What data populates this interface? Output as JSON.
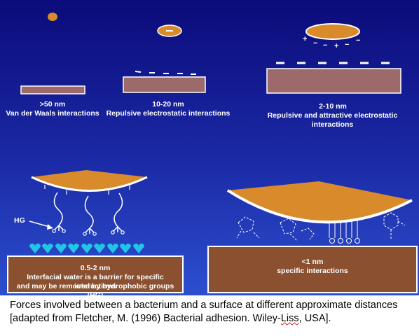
{
  "panels": [
    {
      "distance": ">50 nm",
      "description": "Van der Waals interactions"
    },
    {
      "distance": "10-20 nm",
      "description": "Repulsive electrostatic interactions"
    },
    {
      "distance": "2-10 nm",
      "description": "Repulsive and attractive electrostatic interactions"
    },
    {
      "distance": "0.5-2 nm",
      "description_line1": "Interfacial water is a barrier for specific interactions",
      "description_line2": "and may be removed by hydrophobic groups (HG)"
    },
    {
      "distance": "<1 nm",
      "description": "specific interactions"
    }
  ],
  "charges": {
    "minus": "−",
    "plus": "+"
  },
  "hg_label": "HG",
  "caption": {
    "main": "Forces involved between a bacterium and a surface at different approximate distances [adapted from Fletcher, M. (1996) Bacterial adhesion. Wiley-",
    "underlined": "Liss",
    "tail": ", USA]."
  },
  "colors": {
    "background_top": "#0b0b7a",
    "background_bottom": "#2c4fcf",
    "bacterium": "#d98a2b",
    "surface": "#9c6a6a",
    "substrate": "#8a5030",
    "water": "#22c4e8"
  }
}
